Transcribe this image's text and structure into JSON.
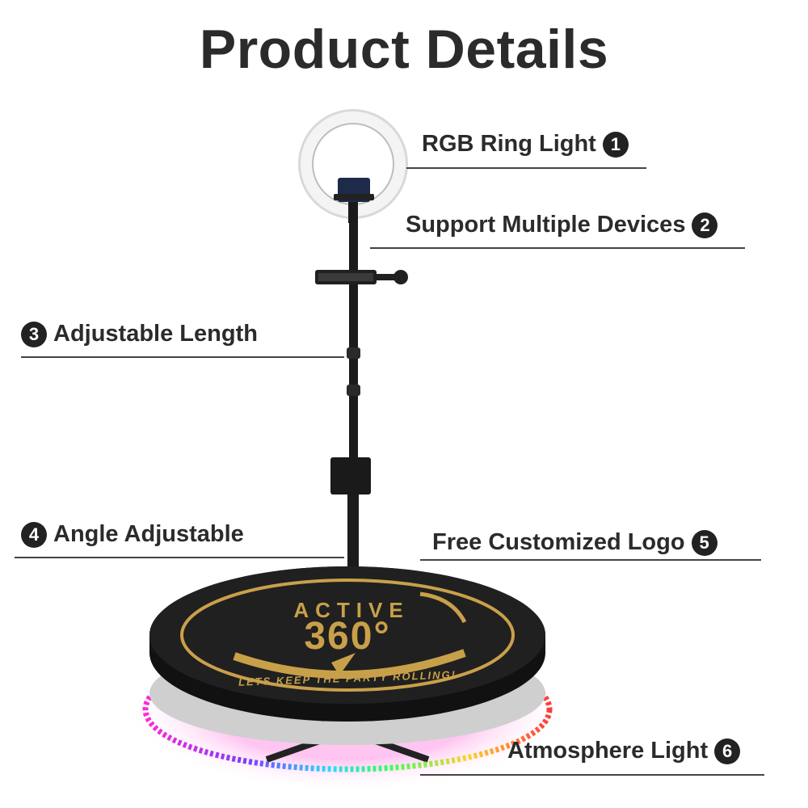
{
  "header": {
    "title": "Product Details"
  },
  "callouts": [
    {
      "text": "RGB Ring Light",
      "number": "1"
    },
    {
      "text": "Support Multiple Devices",
      "number": "2"
    },
    {
      "text": "Adjustable Length",
      "number": "3"
    },
    {
      "text": "Angle Adjustable",
      "number": "4"
    },
    {
      "text": "Free Customized Logo",
      "number": "5"
    },
    {
      "text": "Atmosphere Light",
      "number": "6"
    }
  ],
  "platform_logo": {
    "top_text": "ACTIVE",
    "main_text": "360°",
    "slogan": "LETS KEEP THE PARTY ROLLING!"
  },
  "colors": {
    "logo_gold": "#c9a04a",
    "platform_black": "#1c1c1c",
    "text": "#2b2b2b"
  }
}
